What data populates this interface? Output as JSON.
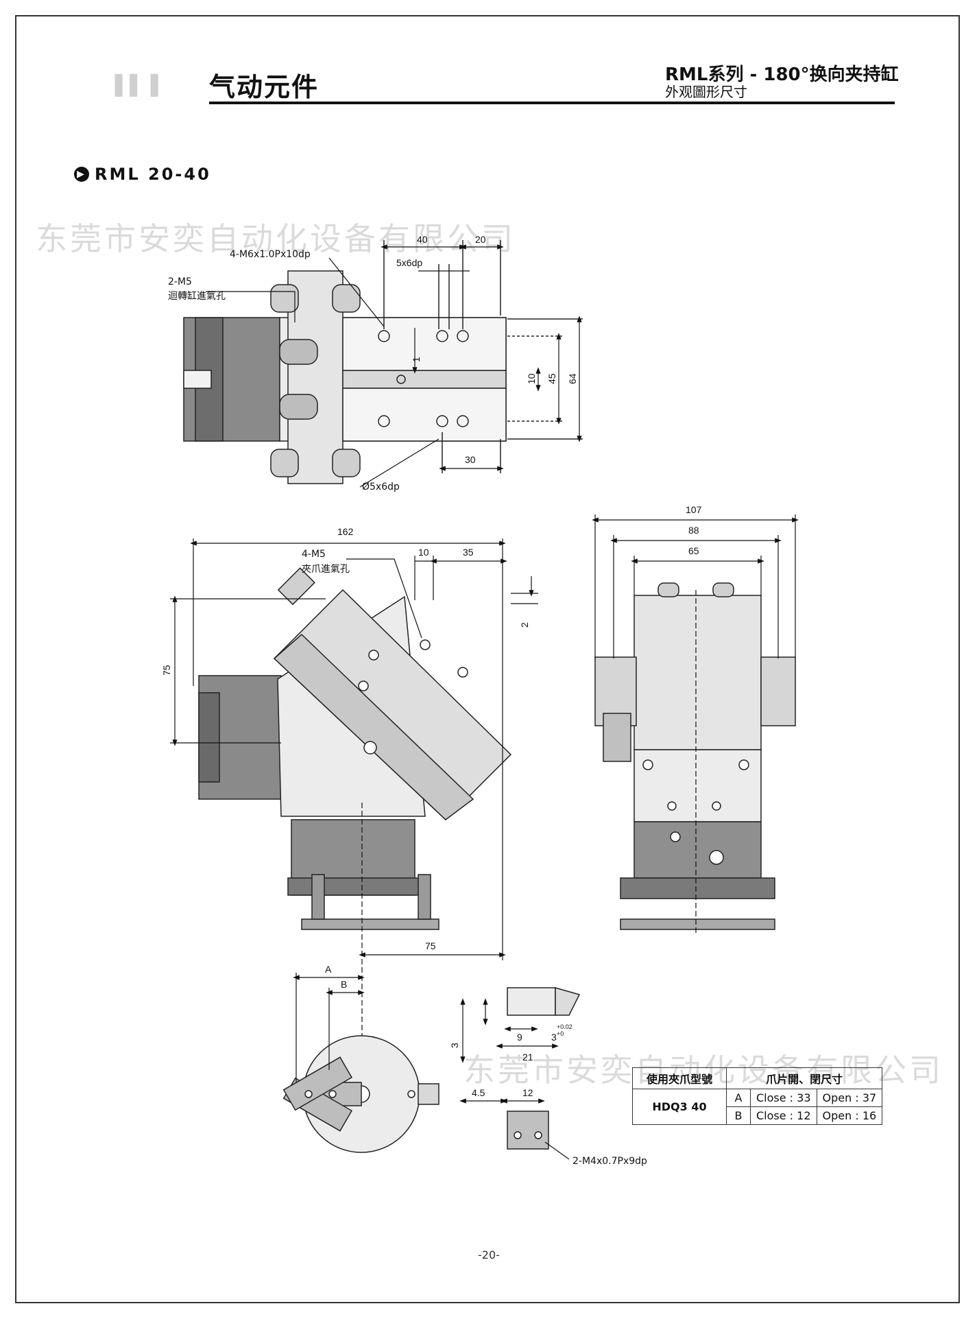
{
  "header": {
    "category": "气动元件",
    "series_title": "RML系列 - 180°换向夹持缸",
    "subtitle": "外观圖形尺寸"
  },
  "section": {
    "model": "RML 20-40"
  },
  "watermarks": [
    "东莞市安奕自动化设备有限公司",
    "东莞市安奕自动化设备有限公司"
  ],
  "top_view": {
    "dims": [
      "40",
      "20",
      "5x6dp",
      "1",
      "10",
      "45",
      "64",
      "30"
    ],
    "labels": {
      "thread_holes": "4-M6x1.0Px10dp",
      "port_code": "2-M5",
      "port_name": "迴轉缸進氣孔",
      "pin_holes": "Ø5x6dp"
    }
  },
  "side_view": {
    "dims": [
      "162",
      "10",
      "35",
      "2",
      "75",
      "75"
    ],
    "labels": {
      "port_code": "4-M5",
      "port_name": "夾爪進氣孔"
    }
  },
  "front_view": {
    "dims": [
      "107",
      "88",
      "65"
    ]
  },
  "gripper_view": {
    "dims": [
      "A",
      "B"
    ],
    "jaw_dims": [
      "3",
      "9",
      "+0.02",
      "+0",
      "3",
      "21",
      "4.5",
      "12"
    ],
    "jaw_label": "2-M4x0.7Px9dp"
  },
  "spec_table": {
    "col1_header": "使用夾爪型號",
    "col2_header": "爪片開、閉尺寸",
    "model": "HDQ3 40",
    "rows": [
      {
        "key": "A",
        "close": "Close : 33",
        "open": "Open : 37"
      },
      {
        "key": "B",
        "close": "Close : 12",
        "open": "Open : 16"
      }
    ]
  },
  "page_number": "-20-"
}
